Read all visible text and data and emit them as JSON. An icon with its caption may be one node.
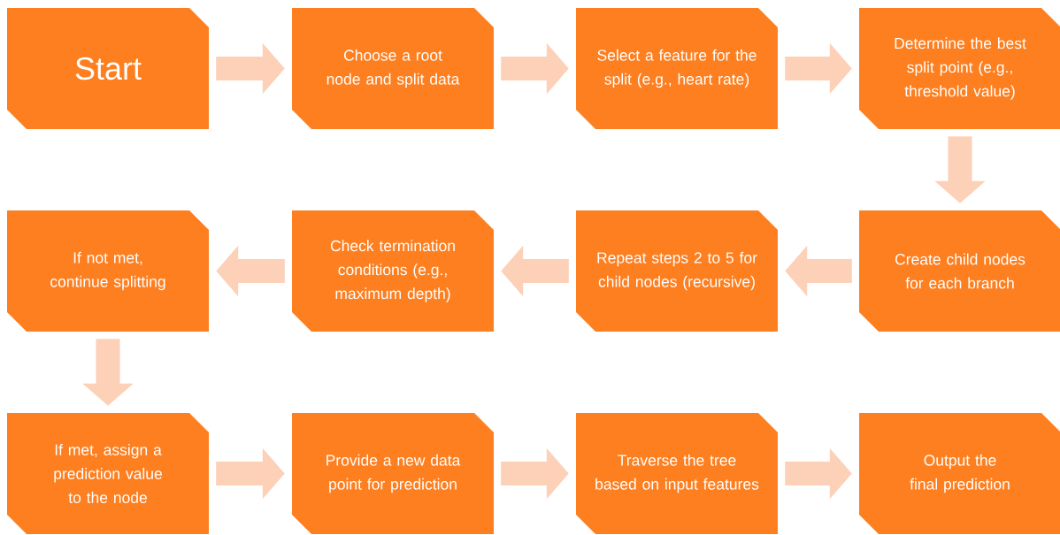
{
  "diagram": {
    "nodes": [
      {
        "text": [
          "Start"
        ]
      },
      {
        "text": [
          "Choose a root node and split data"
        ]
      },
      {
        "text": [
          "Select a feature for the split (e.g., heart rate)"
        ]
      },
      {
        "text": [
          "Determine the best split point (e.g., threshold value)"
        ]
      },
      {
        "text": [
          "If not met, continue splitting"
        ]
      },
      {
        "text": [
          "Check termination conditions (e.g., maximum depth)"
        ]
      },
      {
        "text": [
          "Repeat steps 2 to 5 for child nodes (recursive)"
        ]
      },
      {
        "text": [
          "Create child nodes for each branch"
        ]
      },
      {
        "text": [
          "If met, assign a prediction value to the node"
        ]
      },
      {
        "text": [
          "Provide a new data point for prediction"
        ]
      },
      {
        "text": [
          "Traverse the tree based on input features"
        ]
      },
      {
        "text": [
          "Output the final prediction"
        ]
      }
    ],
    "edges": [
      {
        "from": 0,
        "to": 1,
        "arrow": "to"
      },
      {
        "from": 1,
        "to": 2,
        "arrow": "to"
      },
      {
        "from": 2,
        "to": 3,
        "arrow": "to"
      },
      {
        "from": 3,
        "to": 7,
        "arrow": "to"
      },
      {
        "from": 7,
        "to": 6,
        "arrow": "to"
      },
      {
        "from": 6,
        "to": 5,
        "arrow": "to"
      },
      {
        "from": 5,
        "to": 4,
        "arrow": "to"
      },
      {
        "from": 4,
        "to": 8,
        "arrow": "to"
      },
      {
        "from": 8,
        "to": 9,
        "arrow": "to"
      },
      {
        "from": 9,
        "to": 10,
        "arrow": "to"
      },
      {
        "from": 10,
        "to": 11,
        "arrow": "to"
      }
    ]
  }
}
